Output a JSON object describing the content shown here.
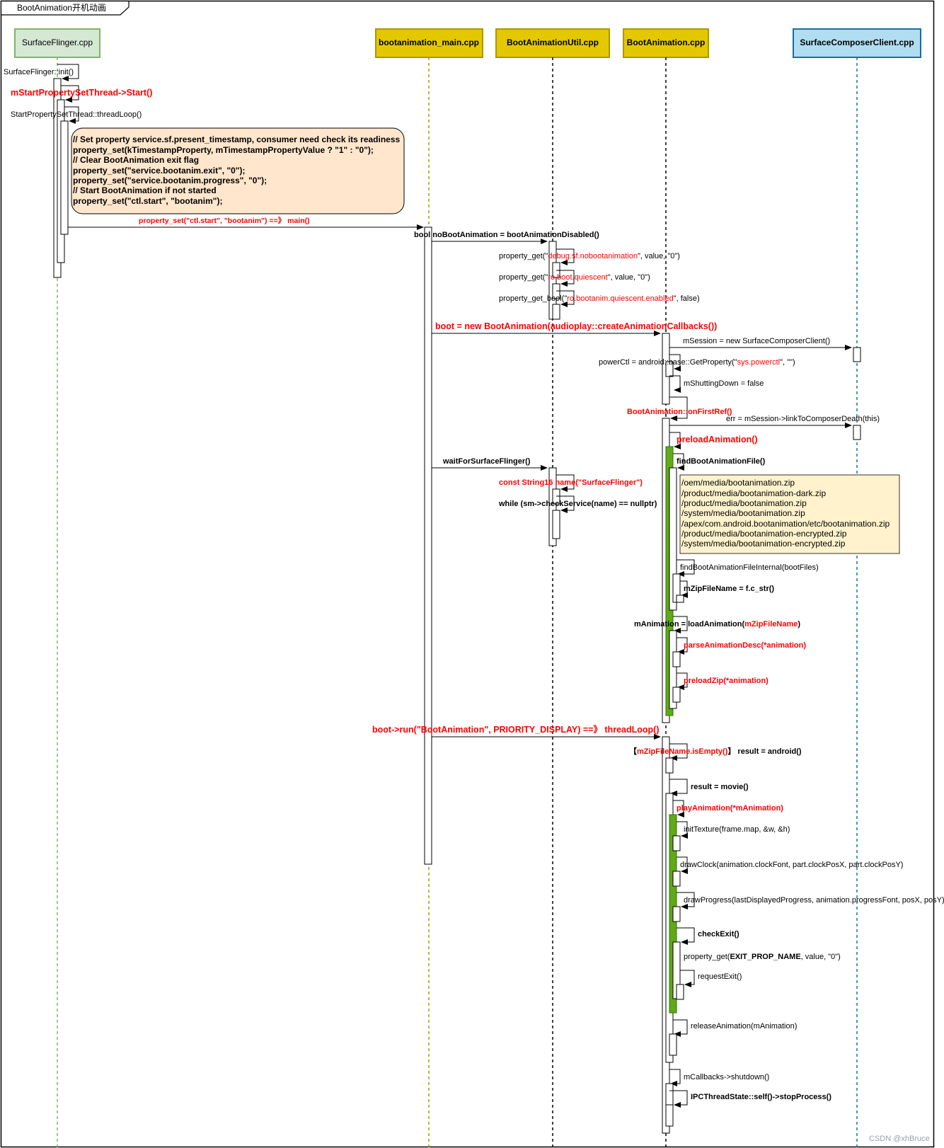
{
  "frame_title": "BootAnimation开机动画",
  "watermark": "CSDN @xhBruce",
  "colors": {
    "surfaceflinger_fill": "#d5e8d4",
    "surfaceflinger_stroke": "#82b366",
    "bootanim_fill": "#e3c800",
    "bootanim_stroke": "#b09500",
    "composer_fill": "#b1ddf0",
    "composer_stroke": "#10739e",
    "note_orange": "#ffe6cc",
    "note_yellow": "#fff2cc",
    "green_activation": "#60a917"
  },
  "participants": [
    {
      "id": "sf",
      "label": "SurfaceFlinger.cpp"
    },
    {
      "id": "main",
      "label": "bootanimation_main.cpp"
    },
    {
      "id": "util",
      "label": "BootAnimationUtil.cpp"
    },
    {
      "id": "ba",
      "label": "BootAnimation.cpp"
    },
    {
      "id": "scc",
      "label": "SurfaceComposerClient.cpp"
    }
  ],
  "note_property": [
    "// Set property service.sf.present_timestamp, consumer need check its readiness",
    "property_set(kTimestampProperty, mTimestampPropertyValue ? \"1\" : \"0\");",
    "// Clear BootAnimation exit flag",
    "property_set(\"service.bootanim.exit\", \"0\");",
    "property_set(\"service.bootanim.progress\", \"0\");",
    "// Start BootAnimation if not started",
    "property_set(\"ctl.start\", \"bootanim\");"
  ],
  "note_paths": [
    "/oem/media/bootanimation.zip",
    "/product/media/bootanimation-dark.zip",
    "/product/media/bootanimation.zip",
    "/system/media/bootanimation.zip",
    "/apex/com.android.bootanimation/etc/bootanimation.zip",
    "/product/media/bootanimation-encrypted.zip",
    "/system/media/bootanimation-encrypted.zip"
  ],
  "messages": [
    {
      "id": "m_sf_init",
      "parts": [
        [
          "SurfaceFlinger::init()",
          ""
        ]
      ]
    },
    {
      "id": "m_thread_start",
      "parts": [
        [
          "mStartPropertySetThread->Start()",
          "red bold big"
        ]
      ]
    },
    {
      "id": "m_threadloop",
      "parts": [
        [
          "StartPropertySetThread::threadLoop()",
          ""
        ]
      ]
    },
    {
      "id": "m_prop_main",
      "parts": [
        [
          "property_set(\"ctl.start\", \"bootanim\")    ==》    main()",
          "red bold small"
        ]
      ]
    },
    {
      "id": "m_noboot",
      "parts": [
        [
          "bool noBootAnimation = bootAnimationDisabled()",
          "bold"
        ]
      ]
    },
    {
      "id": "m_pg1",
      "parts": [
        [
          "property_get(\"",
          ""
        ],
        [
          "debug.sf.nobootanimation",
          "red"
        ],
        [
          "\", value, \"0\")",
          ""
        ]
      ]
    },
    {
      "id": "m_pg2",
      "parts": [
        [
          "property_get(\"",
          ""
        ],
        [
          "ro.boot.quiescent",
          "red"
        ],
        [
          "\", value, \"0\")",
          ""
        ]
      ]
    },
    {
      "id": "m_pg3",
      "parts": [
        [
          "property_get_bool(\"",
          ""
        ],
        [
          "ro.bootanim.quiescent.enabled",
          "red"
        ],
        [
          "\", false)",
          ""
        ]
      ]
    },
    {
      "id": "m_newboot",
      "parts": [
        [
          "boot = new BootAnimation(audioplay::createAnimationCallbacks())",
          "red bold big"
        ]
      ]
    },
    {
      "id": "m_session",
      "parts": [
        [
          "mSession = new SurfaceComposerClient()",
          ""
        ]
      ]
    },
    {
      "id": "m_powerctl",
      "parts": [
        [
          "powerCtl = android::base::GetProperty(\"",
          ""
        ],
        [
          "sys.powerctl",
          "red"
        ],
        [
          "\", \"\")",
          ""
        ]
      ]
    },
    {
      "id": "m_shutting",
      "parts": [
        [
          "mShuttingDown = false",
          ""
        ]
      ]
    },
    {
      "id": "m_firstref",
      "parts": [
        [
          "BootAnimation::onFirstRef()",
          "red bold"
        ]
      ]
    },
    {
      "id": "m_linkdeath",
      "parts": [
        [
          "err = mSession->linkToComposerDeath(this)",
          ""
        ]
      ]
    },
    {
      "id": "m_preload",
      "parts": [
        [
          "preloadAnimation()",
          "red bold big"
        ]
      ]
    },
    {
      "id": "m_waitsf",
      "parts": [
        [
          "waitForSurfaceFlinger()",
          "bold"
        ]
      ]
    },
    {
      "id": "m_findfile",
      "parts": [
        [
          "findBootAnimationFile()",
          "bold"
        ]
      ]
    },
    {
      "id": "m_string16",
      "parts": [
        [
          "const String16 name(\"SurfaceFlinger\")",
          "red bold"
        ]
      ]
    },
    {
      "id": "m_checksvc",
      "parts": [
        [
          "while (sm->checkService(name) == nullptr)",
          "bold"
        ]
      ]
    },
    {
      "id": "m_findinternal",
      "parts": [
        [
          "findBootAnimationFileInternal(bootFiles)",
          ""
        ]
      ]
    },
    {
      "id": "m_zipname",
      "parts": [
        [
          "mZipFileName = f.c_str()",
          "bold"
        ]
      ]
    },
    {
      "id": "m_loadanim",
      "parts": [
        [
          "mAnimation = loadAnimation(",
          "bold"
        ],
        [
          "mZipFileName",
          "red bold"
        ],
        [
          ")",
          "bold"
        ]
      ]
    },
    {
      "id": "m_parsedesc",
      "parts": [
        [
          "parseAnimationDesc(*animation)",
          "red bold"
        ]
      ]
    },
    {
      "id": "m_preloadzip",
      "parts": [
        [
          "preloadZip(*animation)",
          "red bold"
        ]
      ]
    },
    {
      "id": "m_run",
      "parts": [
        [
          "boot->run(\"BootAnimation\", PRIORITY_DISPLAY)    ==》    threadLoop()",
          "red bold big"
        ]
      ]
    },
    {
      "id": "m_isempty",
      "parts": [
        [
          "【",
          "bold"
        ],
        [
          "mZipFileName.isEmpty()",
          "red bold"
        ],
        [
          "】 result = android()",
          "bold"
        ]
      ]
    },
    {
      "id": "m_movie",
      "parts": [
        [
          "result = movie()",
          "bold"
        ]
      ]
    },
    {
      "id": "m_playanim",
      "parts": [
        [
          "playAnimation(*mAnimation)",
          "red bold"
        ]
      ]
    },
    {
      "id": "m_inittex",
      "parts": [
        [
          "initTexture(frame.map, &w, &h)",
          ""
        ]
      ]
    },
    {
      "id": "m_drawclock",
      "parts": [
        [
          "drawClock(animation.clockFont, part.clockPosX, part.clockPosY)",
          ""
        ]
      ]
    },
    {
      "id": "m_drawprogress",
      "parts": [
        [
          "drawProgress(lastDisplayedProgress, animation.progressFont, posX, posY)",
          ""
        ]
      ]
    },
    {
      "id": "m_checkexit",
      "parts": [
        [
          "checkExit()",
          "bold"
        ]
      ]
    },
    {
      "id": "m_pgexit",
      "parts": [
        [
          "property_get(",
          ""
        ],
        [
          "EXIT_PROP_NAME",
          "bold"
        ],
        [
          ", value, \"0\")",
          ""
        ]
      ]
    },
    {
      "id": "m_reqexit",
      "parts": [
        [
          "requestExit()",
          ""
        ]
      ]
    },
    {
      "id": "m_release",
      "parts": [
        [
          "releaseAnimation(mAnimation)",
          ""
        ]
      ]
    },
    {
      "id": "m_shutdown",
      "parts": [
        [
          "mCallbacks->shutdown()",
          ""
        ]
      ]
    },
    {
      "id": "m_ipc",
      "parts": [
        [
          "IPCThreadState::self()->stopProcess()",
          "bold"
        ]
      ]
    }
  ]
}
